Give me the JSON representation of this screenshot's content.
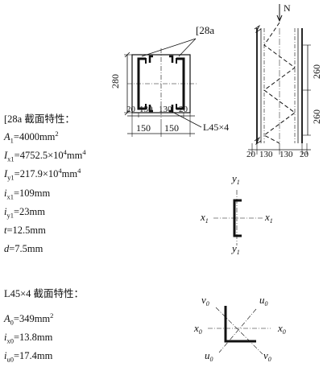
{
  "channel": {
    "title": "[28a 截面特性：",
    "A1": "=4000mm",
    "A1_exp": "2",
    "Ix1": "=4752.5×10",
    "Ix1_e1": "4",
    "Ix1_unit": "mm",
    "Ix1_e2": "4",
    "Iy1": "=217.9×10",
    "Iy1_e1": "4",
    "Iy1_unit": "mm",
    "Iy1_e2": "4",
    "ix1": "=109mm",
    "iy1": "=23mm",
    "t": "=12.5mm",
    "d": "=7.5mm"
  },
  "angle": {
    "title": "L45×4 截面特性：",
    "A0": "=349mm",
    "A0_exp": "2",
    "ix0": "=13.8mm",
    "iu0": "=17.4mm"
  },
  "section": {
    "label_28a": "[28a",
    "dim_280": "280",
    "dims_bottom": [
      "20",
      "130",
      "130",
      "20"
    ],
    "dims_150": [
      "150",
      "150"
    ],
    "label_angle": "L45×4"
  },
  "elevation": {
    "N": "N",
    "dims_right": [
      "260",
      "260"
    ],
    "dims_bottom": [
      "20",
      "130",
      "130",
      "20"
    ]
  },
  "axes": {
    "y1": "y",
    "x1": "x",
    "sub1": "1",
    "v0": "v",
    "u0": "u",
    "x0": "x",
    "sub0": "0"
  }
}
